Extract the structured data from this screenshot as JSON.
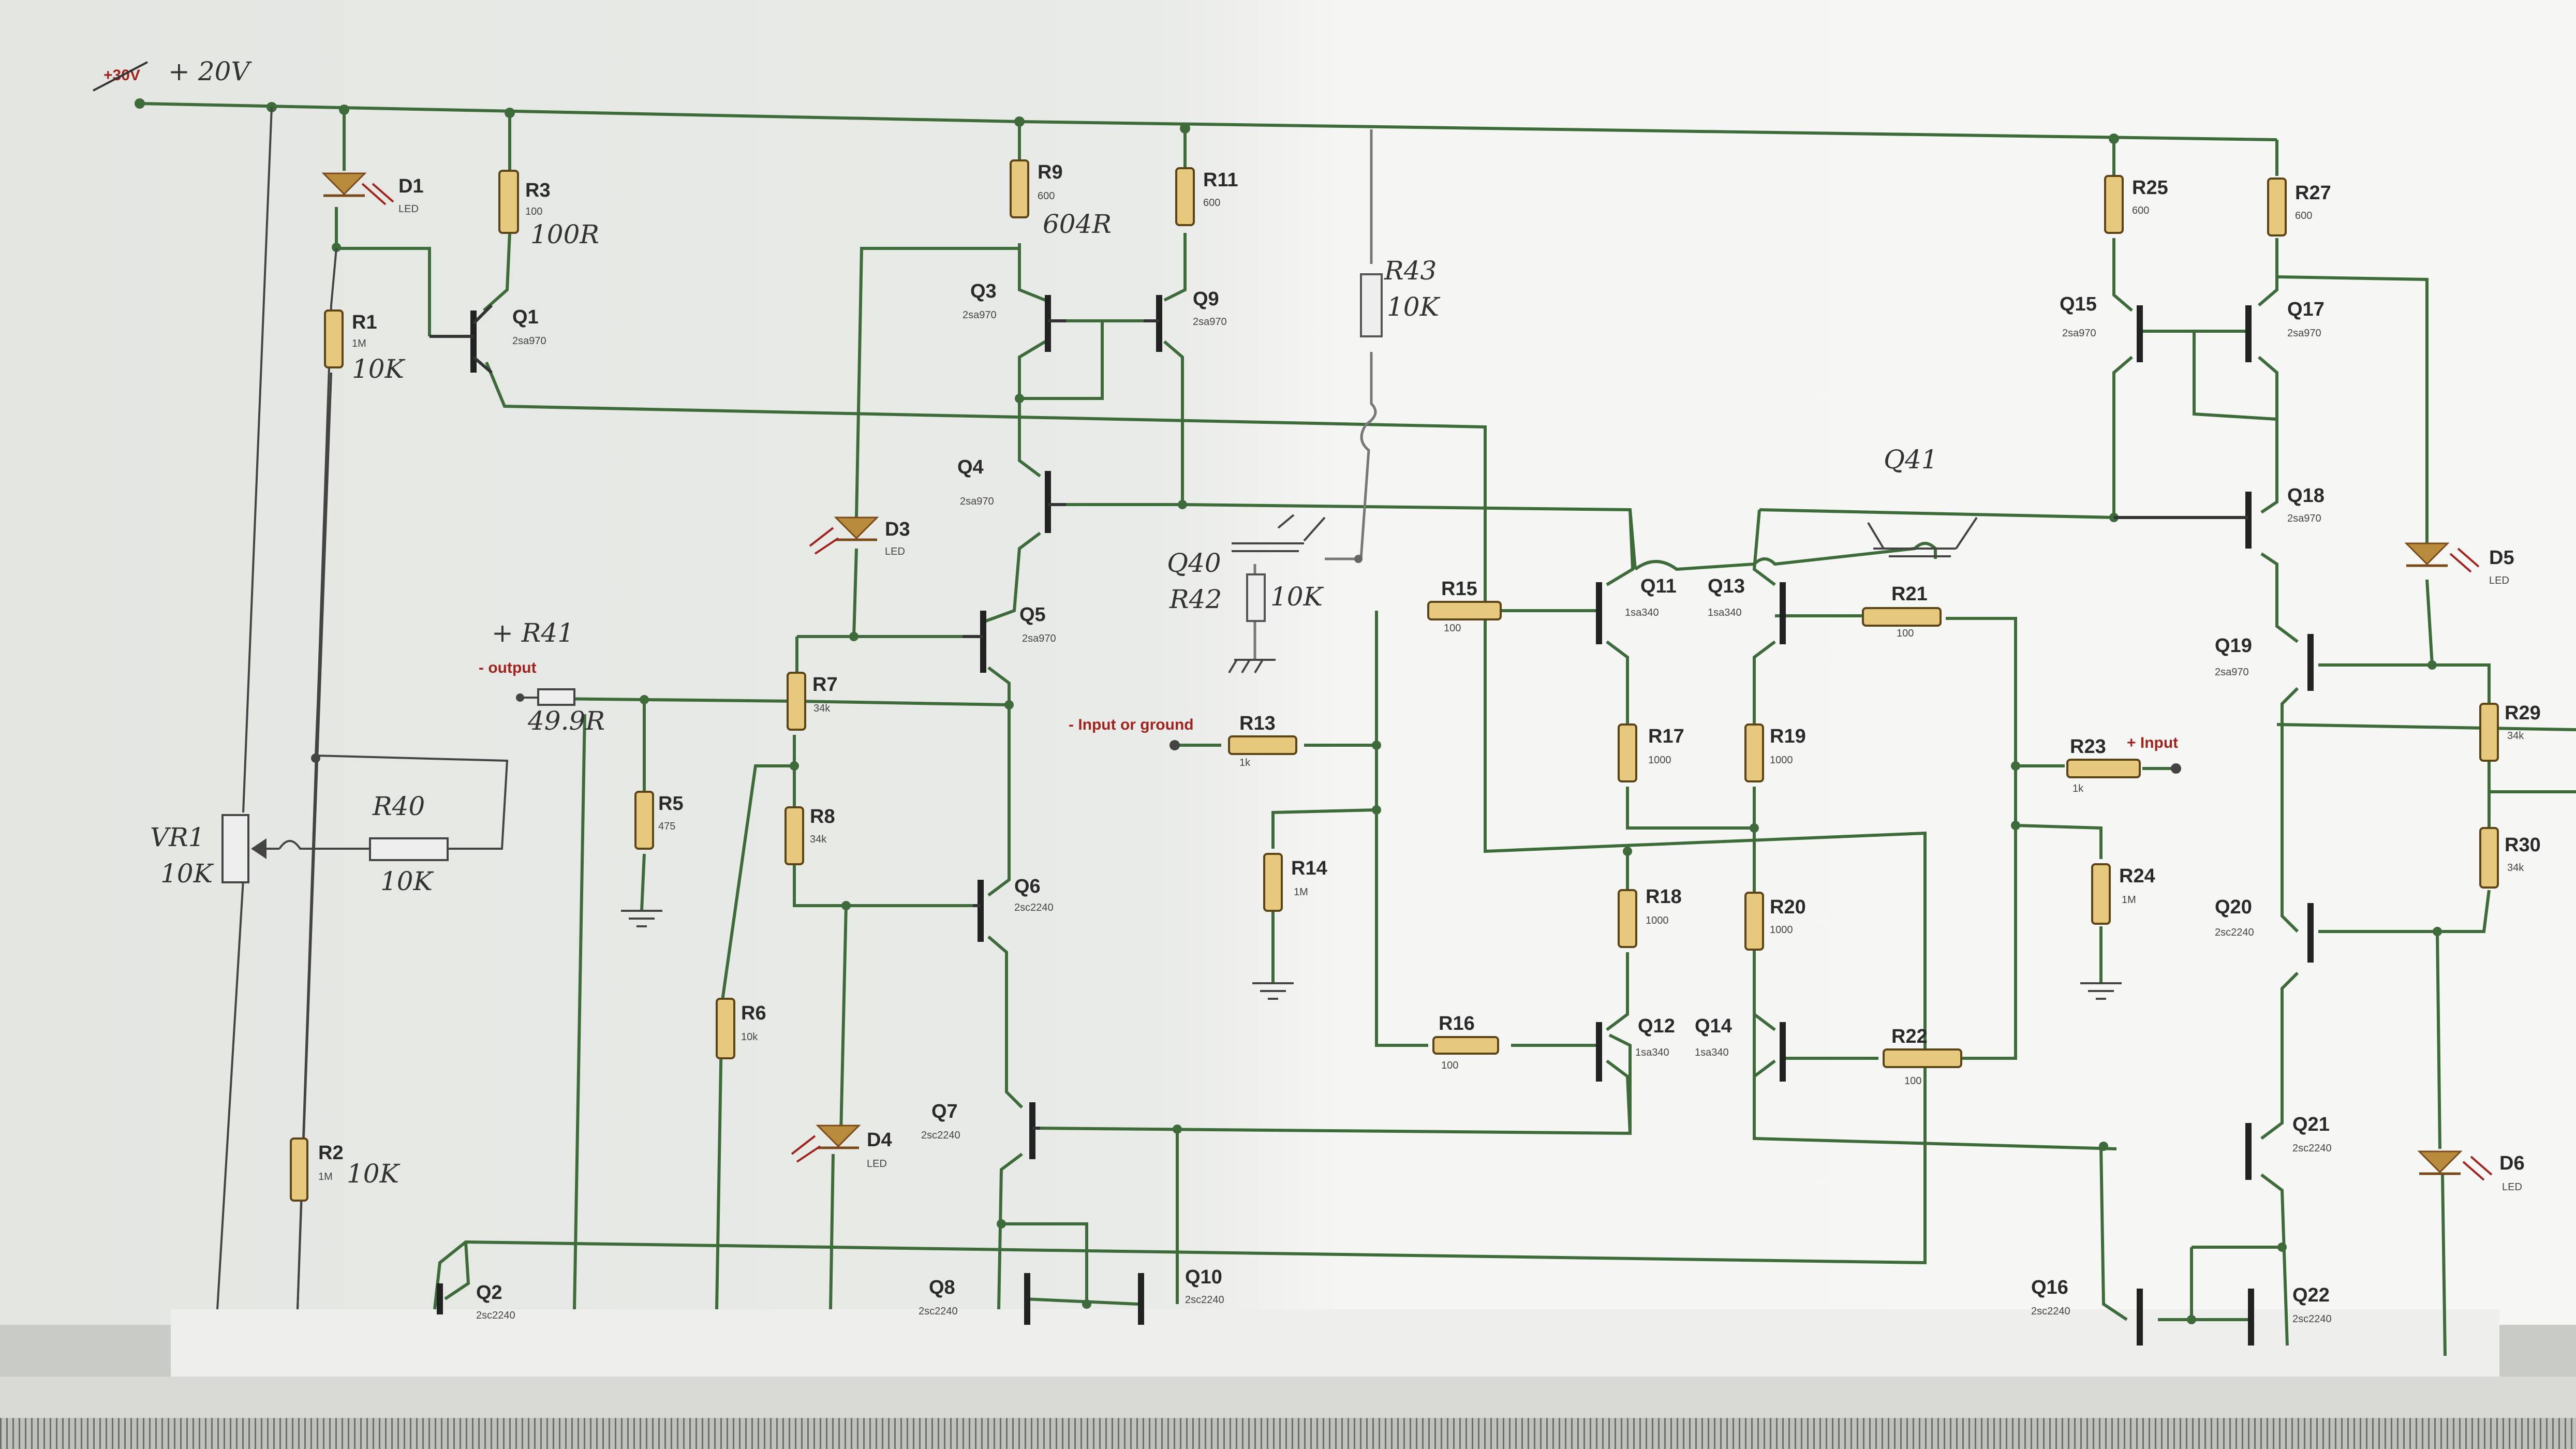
{
  "supply": {
    "crossed": "+30V",
    "label": "+ 20V"
  },
  "terminals": {
    "output": "- output",
    "input_gnd": "- Input or ground",
    "input": "+ Input"
  },
  "components": {
    "D1": {
      "name": "D1",
      "value": "LED"
    },
    "R3": {
      "name": "R3",
      "value": "100",
      "hand": "100R"
    },
    "R1": {
      "name": "R1",
      "value": "1M",
      "hand": "10K"
    },
    "Q1": {
      "name": "Q1",
      "value": "2sa970"
    },
    "R9": {
      "name": "R9",
      "value": "600",
      "hand": "604R"
    },
    "R11": {
      "name": "R11",
      "value": "600"
    },
    "Q3": {
      "name": "Q3",
      "value": "2sa970"
    },
    "Q9": {
      "name": "Q9",
      "value": "2sa970"
    },
    "Q4": {
      "name": "Q4",
      "value": "2sa970"
    },
    "D3": {
      "name": "D3",
      "value": "LED"
    },
    "Q5": {
      "name": "Q5",
      "value": "2sa970"
    },
    "R7": {
      "name": "R7",
      "value": "34k"
    },
    "R5": {
      "name": "R5",
      "value": "475"
    },
    "R8": {
      "name": "R8",
      "value": "34k"
    },
    "Q6": {
      "name": "Q6",
      "value": "2sc2240"
    },
    "R6": {
      "name": "R6",
      "value": "10k"
    },
    "D4": {
      "name": "D4",
      "value": "LED"
    },
    "Q7": {
      "name": "Q7",
      "value": "2sc2240"
    },
    "Q8": {
      "name": "Q8",
      "value": "2sc2240"
    },
    "Q10": {
      "name": "Q10",
      "value": "2sc2240"
    },
    "R2": {
      "name": "R2",
      "value": "1M",
      "hand": "10K"
    },
    "Q2": {
      "name": "Q2",
      "value": "2sc2240"
    },
    "R43": {
      "name": "R43",
      "hand": "10K"
    },
    "Q40": {
      "name": "Q40"
    },
    "R42": {
      "name": "R42",
      "hand": "10K"
    },
    "R15": {
      "name": "R15",
      "value": "100"
    },
    "R13": {
      "name": "R13",
      "value": "1k"
    },
    "R14": {
      "name": "R14",
      "value": "1M"
    },
    "R16": {
      "name": "R16",
      "value": "100"
    },
    "Q11": {
      "name": "Q11",
      "value": "1sa340"
    },
    "Q13": {
      "name": "Q13",
      "value": "1sa340"
    },
    "R17": {
      "name": "R17",
      "value": "1000"
    },
    "R19": {
      "name": "R19",
      "value": "1000"
    },
    "R18": {
      "name": "R18",
      "value": "1000"
    },
    "R20": {
      "name": "R20",
      "value": "1000"
    },
    "Q12": {
      "name": "Q12",
      "value": "1sa340"
    },
    "Q14": {
      "name": "Q14",
      "value": "1sa340"
    },
    "R21": {
      "name": "R21",
      "value": "100"
    },
    "R22": {
      "name": "R22",
      "value": "100"
    },
    "Q41": {
      "name": "Q41"
    },
    "R23": {
      "name": "R23",
      "value": "1k"
    },
    "R24": {
      "name": "R24",
      "value": "1M"
    },
    "R25": {
      "name": "R25",
      "value": "600"
    },
    "R27": {
      "name": "R27",
      "value": "600"
    },
    "Q15": {
      "name": "Q15",
      "value": "2sa970"
    },
    "Q17": {
      "name": "Q17",
      "value": "2sa970"
    },
    "Q18": {
      "name": "Q18",
      "value": "2sa970"
    },
    "D5": {
      "name": "D5",
      "value": "LED"
    },
    "Q19": {
      "name": "Q19",
      "value": "2sa970"
    },
    "R29": {
      "name": "R29",
      "value": "34k"
    },
    "R30": {
      "name": "R30",
      "value": "34k"
    },
    "Q20": {
      "name": "Q20",
      "value": "2sc2240"
    },
    "Q21": {
      "name": "Q21",
      "value": "2sc2240"
    },
    "D6": {
      "name": "D6",
      "value": "LED"
    },
    "Q16": {
      "name": "Q16",
      "value": "2sc2240"
    },
    "Q22": {
      "name": "Q22",
      "value": "2sc2240"
    },
    "VR1": {
      "name": "VR1",
      "hand": "10K"
    },
    "R40": {
      "name": "R40",
      "hand": "10K"
    },
    "R41": {
      "name": "+ R41",
      "hand": "49.9R"
    }
  }
}
